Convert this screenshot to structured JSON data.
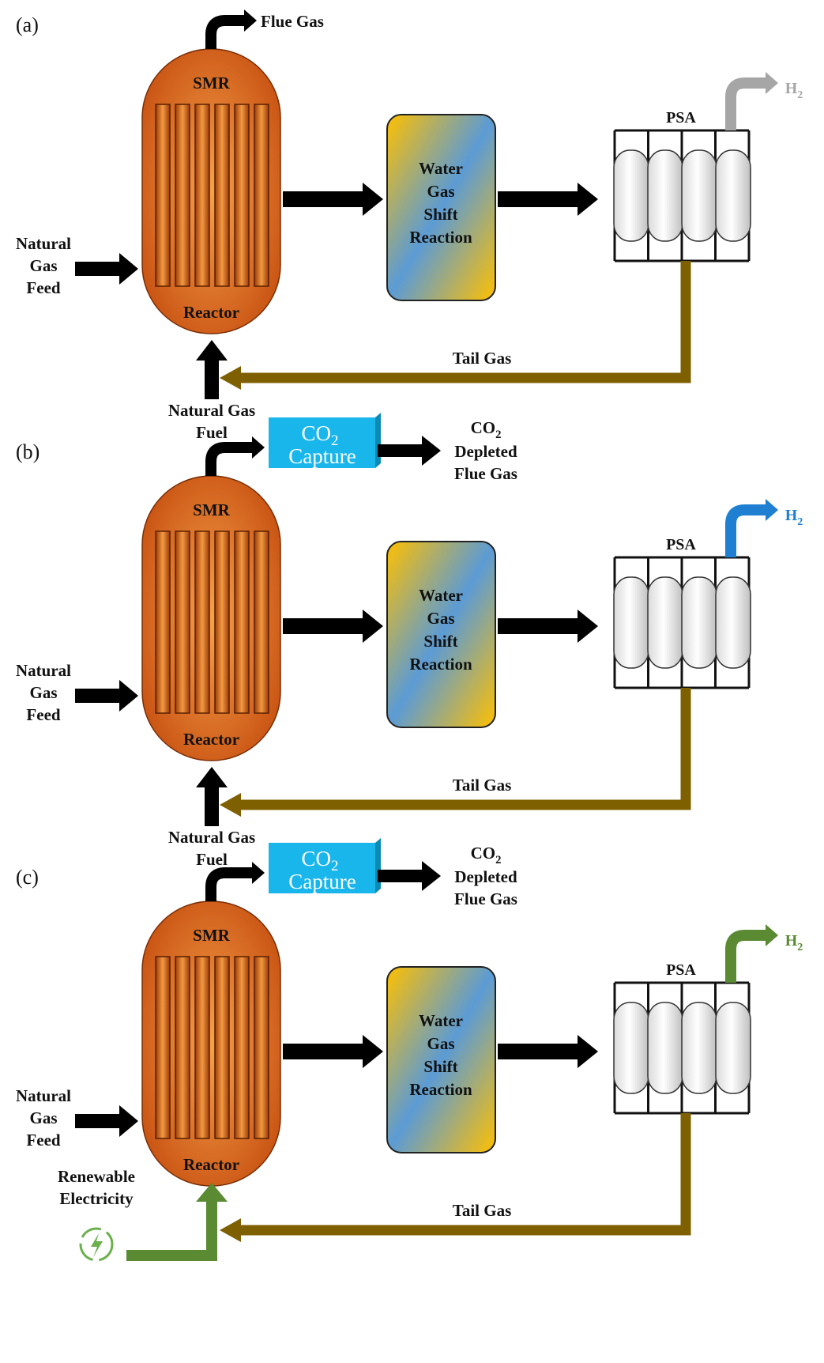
{
  "panels": [
    {
      "label": "(a)",
      "flue_label": "Flue Gas",
      "has_capture": false,
      "smr_top": "SMR",
      "smr_bottom": "Reactor",
      "wgs_lines": [
        "Water",
        "Gas",
        "Shift",
        "Reaction"
      ],
      "psa_label": "PSA",
      "h2_label": "H",
      "h2_sub": "2",
      "h2_color": "#a6a6a6",
      "feed_lines": [
        "Natural",
        "Gas",
        "Feed"
      ],
      "tail_label": "Tail Gas",
      "fuel_lines": [
        "Natural Gas",
        "Fuel"
      ],
      "fuel_type": "natural-gas"
    },
    {
      "label": "(b)",
      "has_capture": true,
      "capture_line1": "CO",
      "capture_sub": "2",
      "capture_line2": "Capture",
      "depleted_line1": "CO",
      "depleted_sub": "2",
      "depleted_lines": [
        "Depleted",
        "Flue Gas"
      ],
      "smr_top": "SMR",
      "smr_bottom": "Reactor",
      "wgs_lines": [
        "Water",
        "Gas",
        "Shift",
        "Reaction"
      ],
      "psa_label": "PSA",
      "h2_label": "H",
      "h2_sub": "2",
      "h2_color": "#1f7fd1",
      "feed_lines": [
        "Natural",
        "Gas",
        "Feed"
      ],
      "tail_label": "Tail Gas",
      "fuel_lines": [
        "Natural Gas",
        "Fuel"
      ],
      "fuel_type": "natural-gas"
    },
    {
      "label": "(c)",
      "has_capture": true,
      "capture_line1": "CO",
      "capture_sub": "2",
      "capture_line2": "Capture",
      "depleted_line1": "CO",
      "depleted_sub": "2",
      "depleted_lines": [
        "Depleted",
        "Flue Gas"
      ],
      "smr_top": "SMR",
      "smr_bottom": "Reactor",
      "wgs_lines": [
        "Water",
        "Gas",
        "Shift",
        "Reaction"
      ],
      "psa_label": "PSA",
      "h2_label": "H",
      "h2_sub": "2",
      "h2_color": "#5a8a32",
      "feed_lines": [
        "Natural",
        "Gas",
        "Feed"
      ],
      "tail_label": "Tail Gas",
      "fuel_lines": [
        "Renewable",
        "Electricity"
      ],
      "fuel_type": "renewable-electricity"
    }
  ],
  "colors": {
    "arrow": "#000000",
    "tail_gas": "#7f6000",
    "capture_box": "#19b6ec",
    "renewable": "#5a8a32"
  }
}
